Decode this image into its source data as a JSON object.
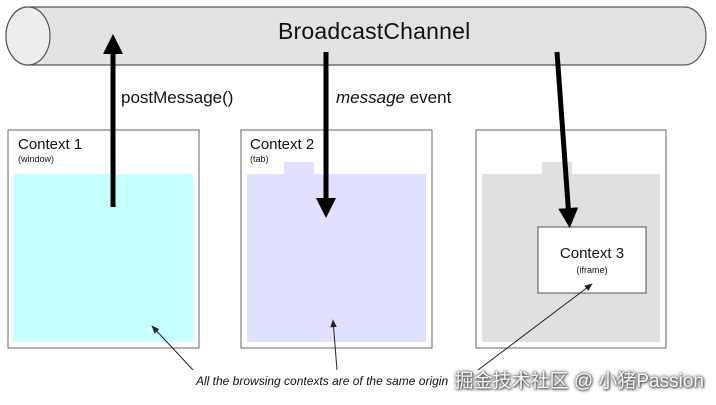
{
  "channel": {
    "label": "BroadcastChannel"
  },
  "arrows": {
    "post_label": "postMessage()",
    "event_label_em": "message",
    "event_label_rest": " event"
  },
  "contexts": [
    {
      "title": "Context 1",
      "subtitle": "(window)",
      "fill": "#c5ffff"
    },
    {
      "title": "Context 2",
      "subtitle": "(tab)",
      "fill": "#e0e0ff"
    },
    {
      "title": "Context 3",
      "subtitle": "(iframe)",
      "fill": "#e0e0e0"
    }
  ],
  "footnote": "All the browsing contexts are of the same origin",
  "watermark": "掘金技术社区 @ 小猪Passion",
  "colors": {
    "pipe": "#e3e3e3",
    "stroke": "#555555",
    "arrow": "#000000"
  }
}
